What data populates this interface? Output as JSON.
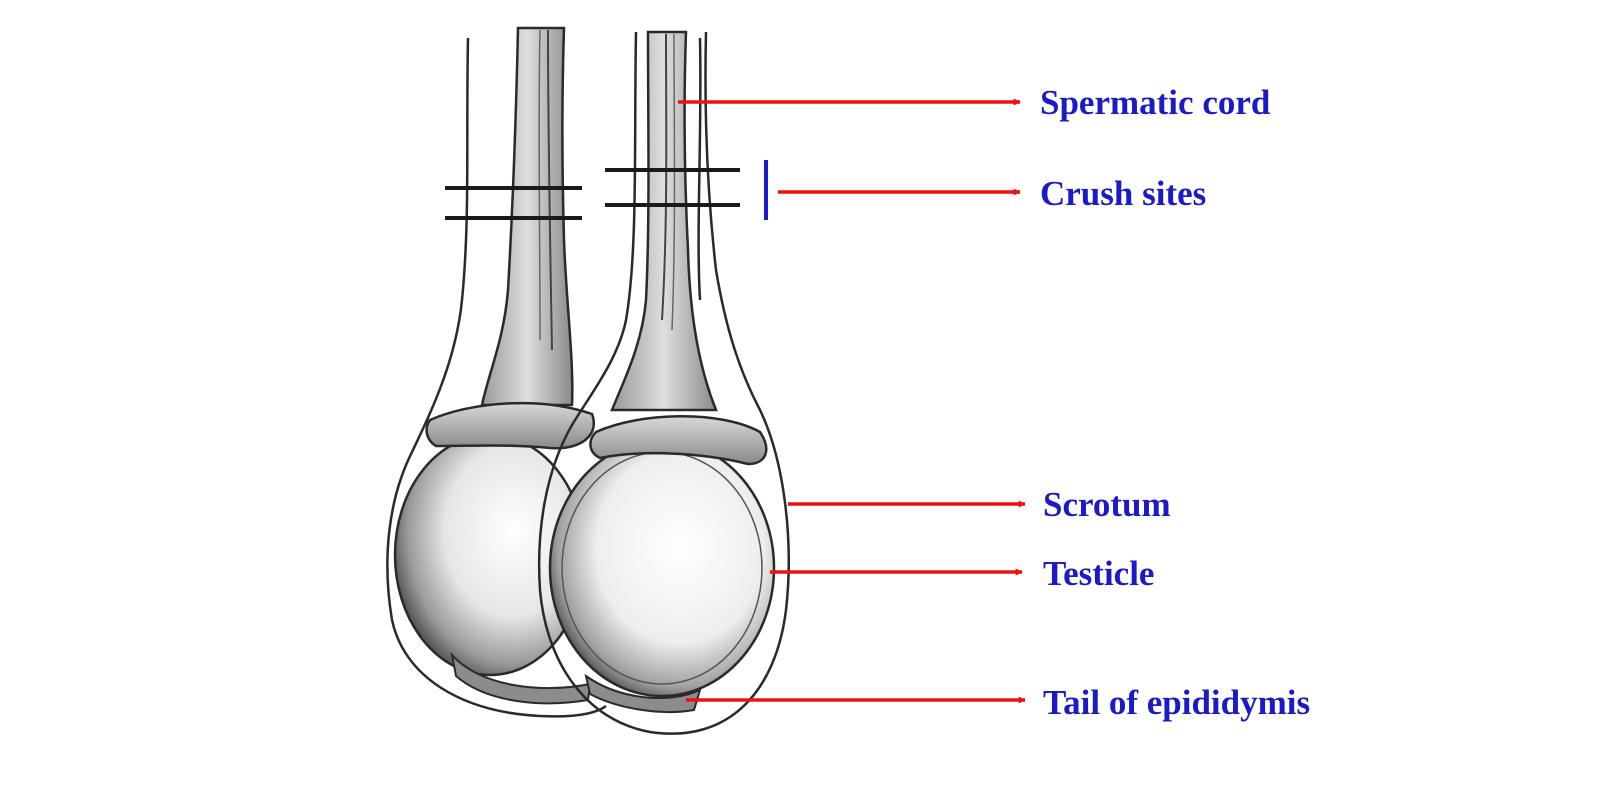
{
  "colors": {
    "label_text": "#1a1ac8",
    "arrow": "#ee1111",
    "crush_bar": "#1a1ac8",
    "sketch_ink": "#2a2a2a",
    "sketch_shade": "#7a7a7a"
  },
  "labels": {
    "spermatic_cord": "Spermatic cord",
    "crush_sites": "Crush sites",
    "scrotum": "Scrotum",
    "testicle": "Testicle",
    "tail_of_epididymis": "Tail of epididymis"
  }
}
